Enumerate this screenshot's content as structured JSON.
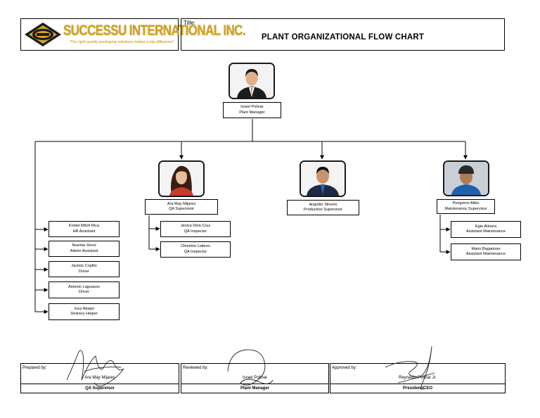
{
  "header": {
    "company_name": "SUCCESSU INTERNATIONAL INC.",
    "tagline": "\"The right quality packaging solutions makes a big difference\"",
    "title_label": "Title:",
    "title": "PLANT ORGANIZATIONAL FLOW CHART"
  },
  "org": {
    "plant_manager": {
      "name": "Israel Polinar",
      "role": "Plant Manager"
    },
    "qa_supervisor": {
      "name": "Ara May Mijares",
      "role": "QA Supervisor"
    },
    "production_supervisor": {
      "name": "Angelito Silverio",
      "role": "Production Supervisor"
    },
    "maintenance_supervisor": {
      "name": "Perigreno Alibo",
      "role": "Maintenance Supervisor"
    },
    "left_staff": [
      {
        "name": "Kristel Mitch Rica",
        "role": "HR Assistant"
      },
      {
        "name": "Noemie Dorol",
        "role": "Admin Assistant"
      },
      {
        "name": "Jacinto Copillo",
        "role": "Driver"
      },
      {
        "name": "Antonio Lagnason",
        "role": "Driver"
      },
      {
        "name": "Juvy Abapo",
        "role": "Delivery Helper"
      }
    ],
    "qa_staff": [
      {
        "name": "Jesica Dela Cruz",
        "role": "QA Inspector"
      },
      {
        "name": "Christine Liabres",
        "role": "QA Inspector"
      }
    ],
    "maintenance_staff": [
      {
        "name": "Egie Atinera",
        "role": "Assistant Maintenance"
      },
      {
        "name": "Mario Bagarinao",
        "role": "Assistant Maintenance"
      }
    ]
  },
  "signatures": {
    "prepared": {
      "label": "Prepared by:",
      "name": "Ara May Mijares",
      "title": "QA Supervisor"
    },
    "reviewed": {
      "label": "Reviewed by:",
      "name": "Israel Polinar",
      "title": "Plant Manager"
    },
    "approved": {
      "label": "Approved by:",
      "name": "Reynaldo Polinar Jr.",
      "title": "President/CEO"
    }
  }
}
